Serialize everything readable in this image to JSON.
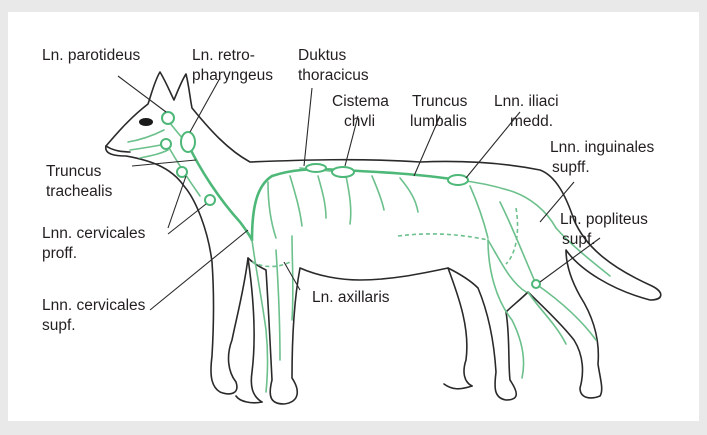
{
  "colors": {
    "background": "#e9e9e9",
    "panel": "#ffffff",
    "outline": "#2a2a2a",
    "lymph": "#4db878"
  },
  "labels": {
    "ln_parotideus": "Ln. parotideus",
    "ln_retro_1": "Ln. retro-",
    "ln_retro_2": "pharyngeus",
    "duktus_1": "Duktus",
    "duktus_2": "thoracicus",
    "cistema_1": "Cistema",
    "cistema_2": "chvli",
    "truncus_lumb_1": "Truncus",
    "truncus_lumb_2": "lumbalis",
    "iliaci_1": "Lnn. iliaci",
    "iliaci_2": "medd.",
    "inguinales_1": "Lnn. inguinales",
    "inguinales_2": "supff.",
    "truncus_trach_1": "Truncus",
    "truncus_trach_2": "trachealis",
    "cerv_proff_1": "Lnn. cervicales",
    "cerv_proff_2": "proff.",
    "popliteus_1": "Ln. popliteus",
    "popliteus_2": "supf.",
    "axillaris": "Ln. axillaris",
    "cerv_supf_1": "Lnn. cervicales",
    "cerv_supf_2": "supf."
  }
}
